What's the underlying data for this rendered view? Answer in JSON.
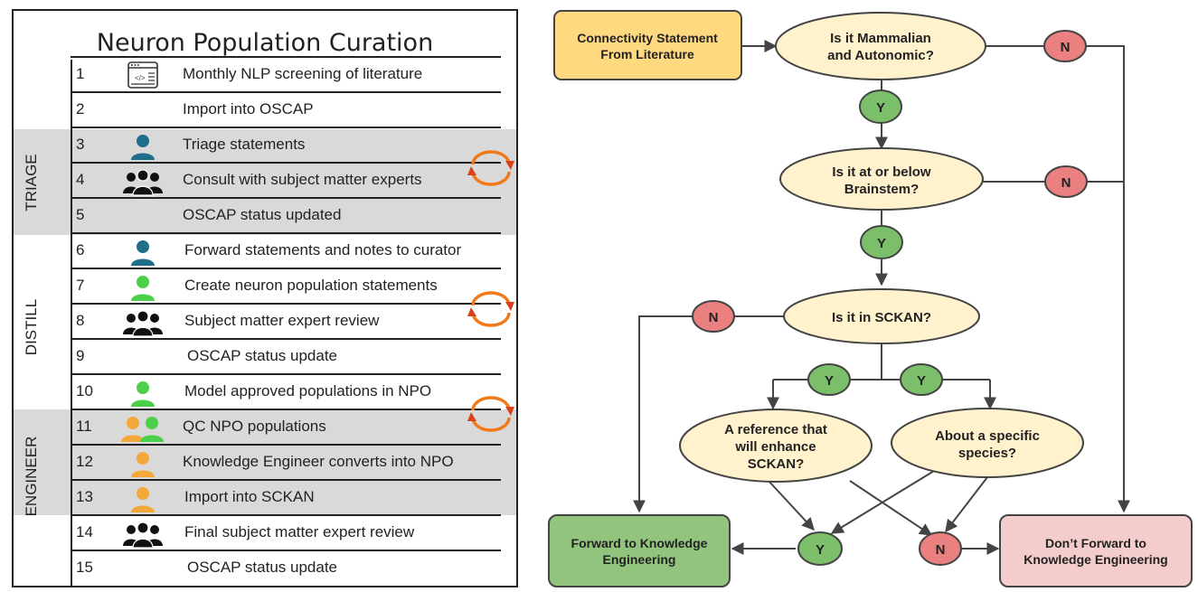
{
  "left": {
    "title": "Neuron Population Curation",
    "sections": [
      "TRIAGE",
      "DISTILL",
      "ENGINEER"
    ],
    "steps": [
      {
        "num": "1",
        "text": "Monthly NLP screening of literature",
        "icon": "code-document-icon"
      },
      {
        "num": "2",
        "text": "Import into OSCAP",
        "icon": ""
      },
      {
        "num": "3",
        "text": "Triage statements",
        "icon": "person-teal-icon"
      },
      {
        "num": "4",
        "text": "Consult with subject matter experts",
        "icon": "group-black-icon"
      },
      {
        "num": "5",
        "text": "OSCAP status updated",
        "icon": ""
      },
      {
        "num": "6",
        "text": "Forward statements and notes to curator",
        "icon": "person-teal-icon"
      },
      {
        "num": "7",
        "text": "Create neuron population statements",
        "icon": "person-green-icon"
      },
      {
        "num": "8",
        "text": "Subject matter expert review",
        "icon": "group-black-icon"
      },
      {
        "num": "9",
        "text": "OSCAP status update",
        "icon": ""
      },
      {
        "num": "10",
        "text": "Model approved populations in NPO",
        "icon": "person-green-icon"
      },
      {
        "num": "11",
        "text": "QC NPO populations",
        "icon": "person-orange-green-icon"
      },
      {
        "num": "12",
        "text": "Knowledge Engineer converts into NPO",
        "icon": "person-orange-icon"
      },
      {
        "num": "13",
        "text": "Import into SCKAN",
        "icon": "person-orange-icon"
      },
      {
        "num": "14",
        "text": "Final subject matter expert review",
        "icon": "group-black-icon"
      },
      {
        "num": "15",
        "text": "OSCAP status update",
        "icon": ""
      }
    ]
  },
  "flow": {
    "start": [
      "Connectivity Statement",
      "From Literature"
    ],
    "q1": [
      "Is it Mammalian",
      "and Autonomic?"
    ],
    "q2": [
      "Is it at or below",
      "Brainstem?"
    ],
    "q3": [
      "Is it in SCKAN?"
    ],
    "q4": [
      "A reference that",
      "will enhance",
      "SCKAN?"
    ],
    "q5": [
      "About a specific",
      "species?"
    ],
    "yes": "Y",
    "no": "N",
    "forward": [
      "Forward to Knowledge",
      "Engineering"
    ],
    "dont_forward": [
      "Don’t Forward to",
      "Knowledge Engineering"
    ]
  },
  "colors": {
    "start_fill": "#ffd980",
    "question_fill": "#fff2cc",
    "yes_fill": "#7cbf6a",
    "no_fill": "#ea8080",
    "forward_fill": "#93c47d",
    "dont_fill": "#f4cccc",
    "band_gray": "#d9d9d9",
    "teal": "#1f6f8b",
    "green": "#4cd04c",
    "orange": "#f4a83a",
    "cycle_orange": "#f07a1a"
  }
}
